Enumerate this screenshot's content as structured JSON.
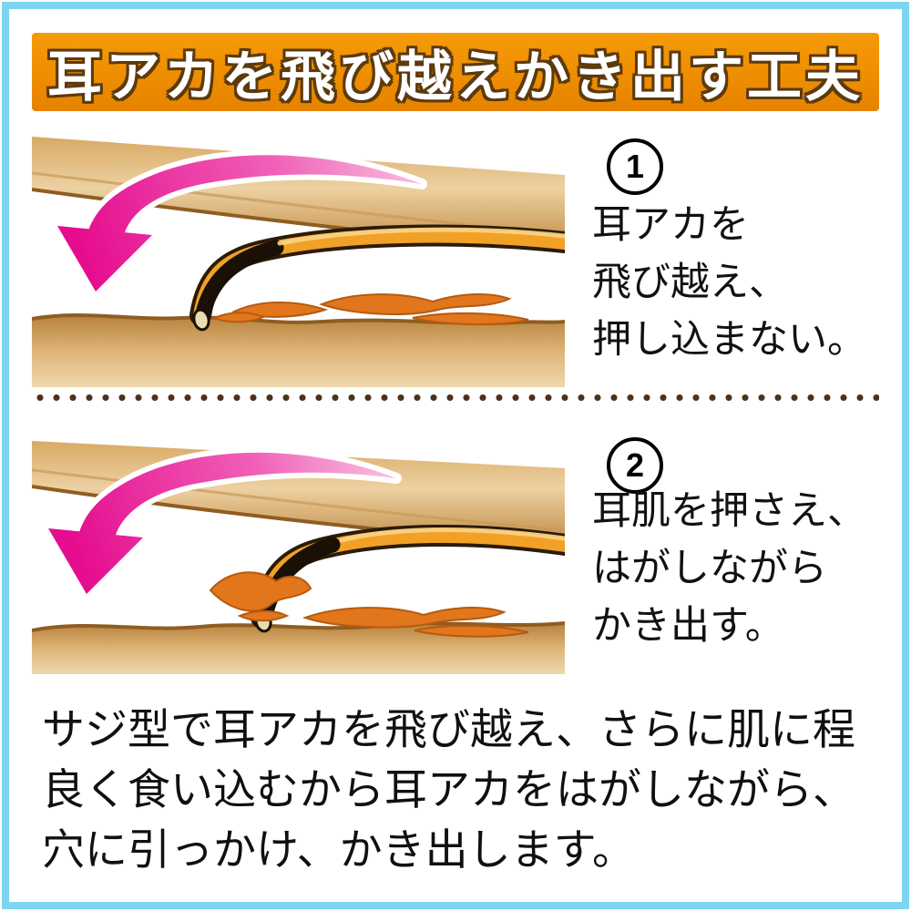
{
  "title": {
    "text": "耳アカを飛び越えかき出す工夫"
  },
  "steps": [
    {
      "number": "1",
      "lines": [
        "耳アカを",
        "飛び越え、",
        "押し込まない。"
      ]
    },
    {
      "number": "2",
      "lines": [
        "耳肌を押さえ、",
        "はがしながら",
        "かき出す。"
      ]
    }
  ],
  "footer": {
    "lines": [
      "サジ型で耳アカを飛び越え、さらに肌に程",
      "良く食い込むから耳アカをはがしながら、",
      "穴に引っかけ、かき出します。"
    ]
  },
  "icons": {
    "arrow1": "sweep-curve-arrow",
    "arrow2": "sweep-curve-arrow"
  },
  "colors": {
    "frame_blue": "#7ED5F0",
    "banner_orange": "#EE8E00",
    "title_outline_brown": "#5C3A0E",
    "arrow_pink": "#E50C8E",
    "skin_tan": "#D9AE6E",
    "wax_orange": "#E2761C",
    "stick_orange": "#F1A126",
    "dot_brown": "#4A321B"
  }
}
